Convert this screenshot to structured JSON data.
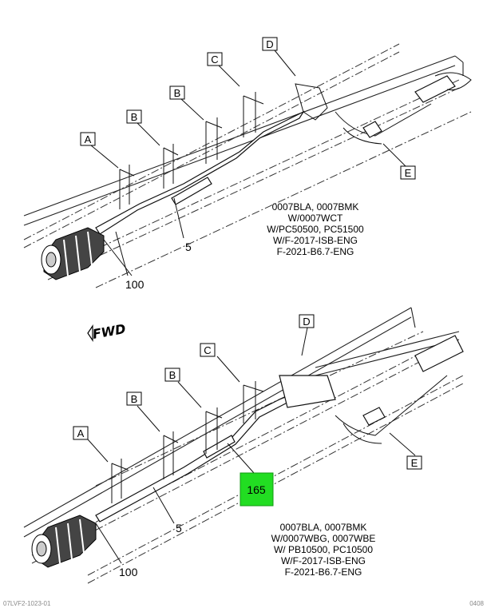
{
  "callouts": {
    "top_a": "A",
    "top_b1": "B",
    "top_b2": "B",
    "top_c": "C",
    "top_d": "D",
    "top_e": "E",
    "bot_a": "A",
    "bot_b1": "B",
    "bot_b2": "B",
    "bot_c": "C",
    "bot_d": "D",
    "bot_e": "E"
  },
  "part_numbers": {
    "top_5": "5",
    "top_100": "100",
    "bot_5": "5",
    "bot_100": "100",
    "bot_165": "165"
  },
  "top_note": [
    "0007BLA, 0007BMK",
    "W/0007WCT",
    "W/PC50500, PC51500",
    "W/F-2017-ISB-ENG",
    "F-2021-B6.7-ENG"
  ],
  "bottom_note": [
    "0007BLA, 0007BMK",
    "W/0007WBG, 0007WBE",
    "W/ PB10500, PC10500",
    "W/F-2017-ISB-ENG",
    "F-2021-B6.7-ENG"
  ],
  "fwd_label": "FWD",
  "footer": {
    "left": "07LVF2-1023-01",
    "right": "0408"
  },
  "colors": {
    "highlight": "#22dd22"
  }
}
